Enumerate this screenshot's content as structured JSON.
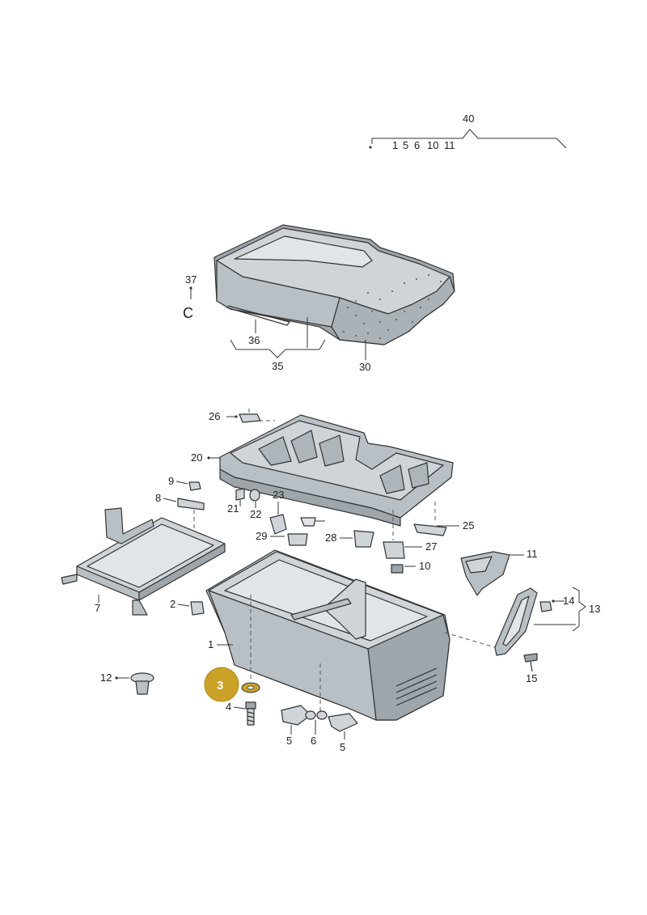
{
  "callouts": {
    "c40": "40",
    "c1": "1",
    "c5a": "5",
    "c6a": "6",
    "c10a": "10",
    "c11a": "11",
    "c37": "37",
    "cC": "C",
    "c36": "36",
    "c35": "35",
    "c30": "30",
    "c26": "26",
    "c20": "20",
    "c9": "9",
    "c8": "8",
    "c21": "21",
    "c22": "22",
    "c23": "23",
    "c25": "25",
    "c29": "29",
    "c28": "28",
    "c27": "27",
    "c10": "10",
    "c11": "11",
    "c7": "7",
    "c2": "2",
    "c1b": "1",
    "c14": "14",
    "c13": "13",
    "c15": "15",
    "c12": "12",
    "c3": "3",
    "c4": "4",
    "c5b": "5",
    "c6b": "6",
    "c5c": "5"
  },
  "colors": {
    "highlight": "#c9a227",
    "part_fill": "#b9c0c5",
    "part_light": "#cfd4d8",
    "part_dark": "#9ea6ac",
    "line": "#333333"
  }
}
